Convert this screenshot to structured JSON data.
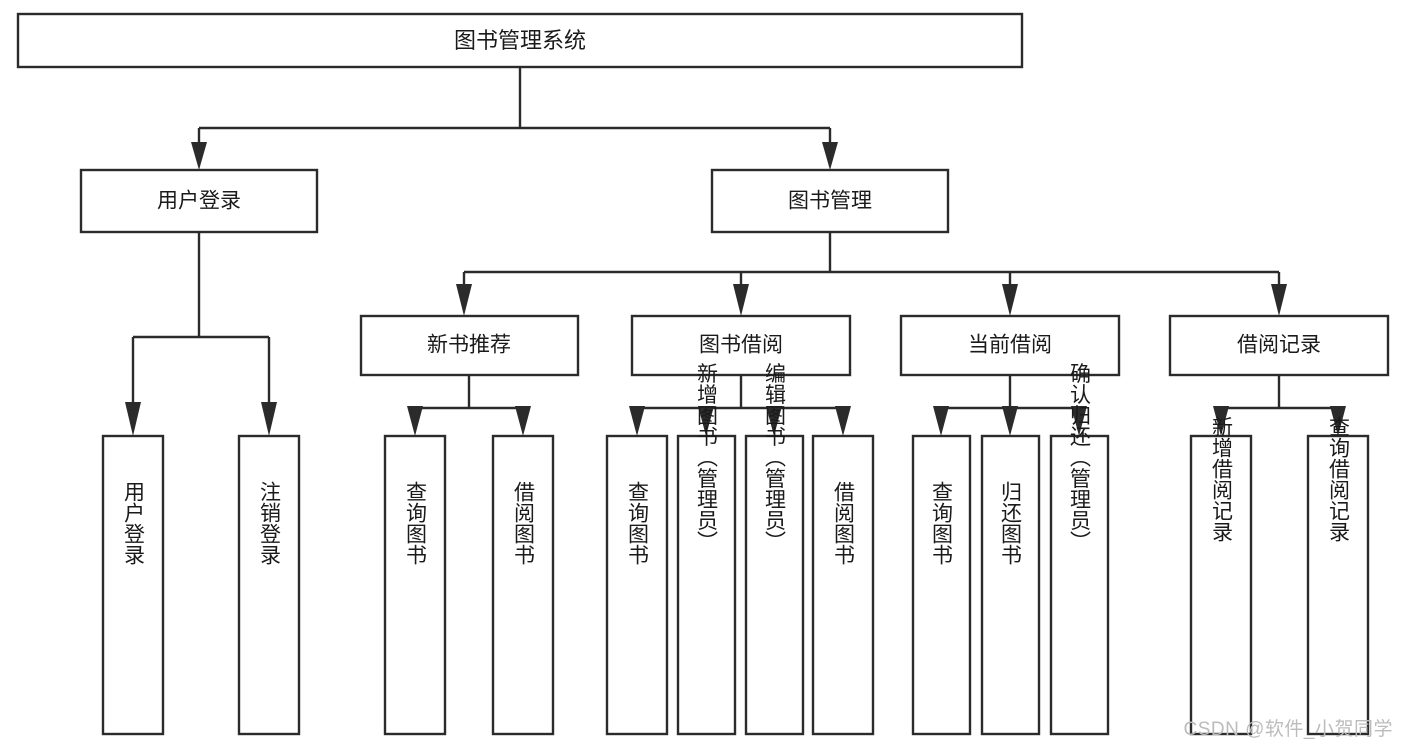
{
  "diagram": {
    "type": "tree-hierarchy",
    "orientation": "top-down",
    "root": {
      "label": "图书管理系统"
    },
    "level2": [
      {
        "label": "用户登录"
      },
      {
        "label": "图书管理"
      }
    ],
    "level3": [
      {
        "label": "新书推荐"
      },
      {
        "label": "图书借阅"
      },
      {
        "label": "当前借阅"
      },
      {
        "label": "借阅记录"
      }
    ],
    "leaves": {
      "user_login": [
        {
          "label": "用户登录"
        },
        {
          "label": "注销登录"
        }
      ],
      "new_book_recommend": [
        {
          "label": "查询图书"
        },
        {
          "label": "借阅图书"
        }
      ],
      "book_borrow": [
        {
          "label": "查询图书"
        },
        {
          "label": "新增图书（管理员）"
        },
        {
          "label": "编辑图书（管理员）"
        },
        {
          "label": "借阅图书"
        }
      ],
      "current_borrow": [
        {
          "label": "查询图书"
        },
        {
          "label": "归还图书"
        },
        {
          "label": "确认归还（管理员）"
        }
      ],
      "borrow_record": [
        {
          "label": "新增借阅记录"
        },
        {
          "label": "查询借阅记录"
        }
      ]
    }
  },
  "watermark": {
    "text": "CSDN @软件_小贺同学"
  },
  "colors": {
    "stroke": "#2b2b2b",
    "fill": "#ffffff",
    "text": "#1a1a1a",
    "watermark": "#bcbcbc"
  }
}
